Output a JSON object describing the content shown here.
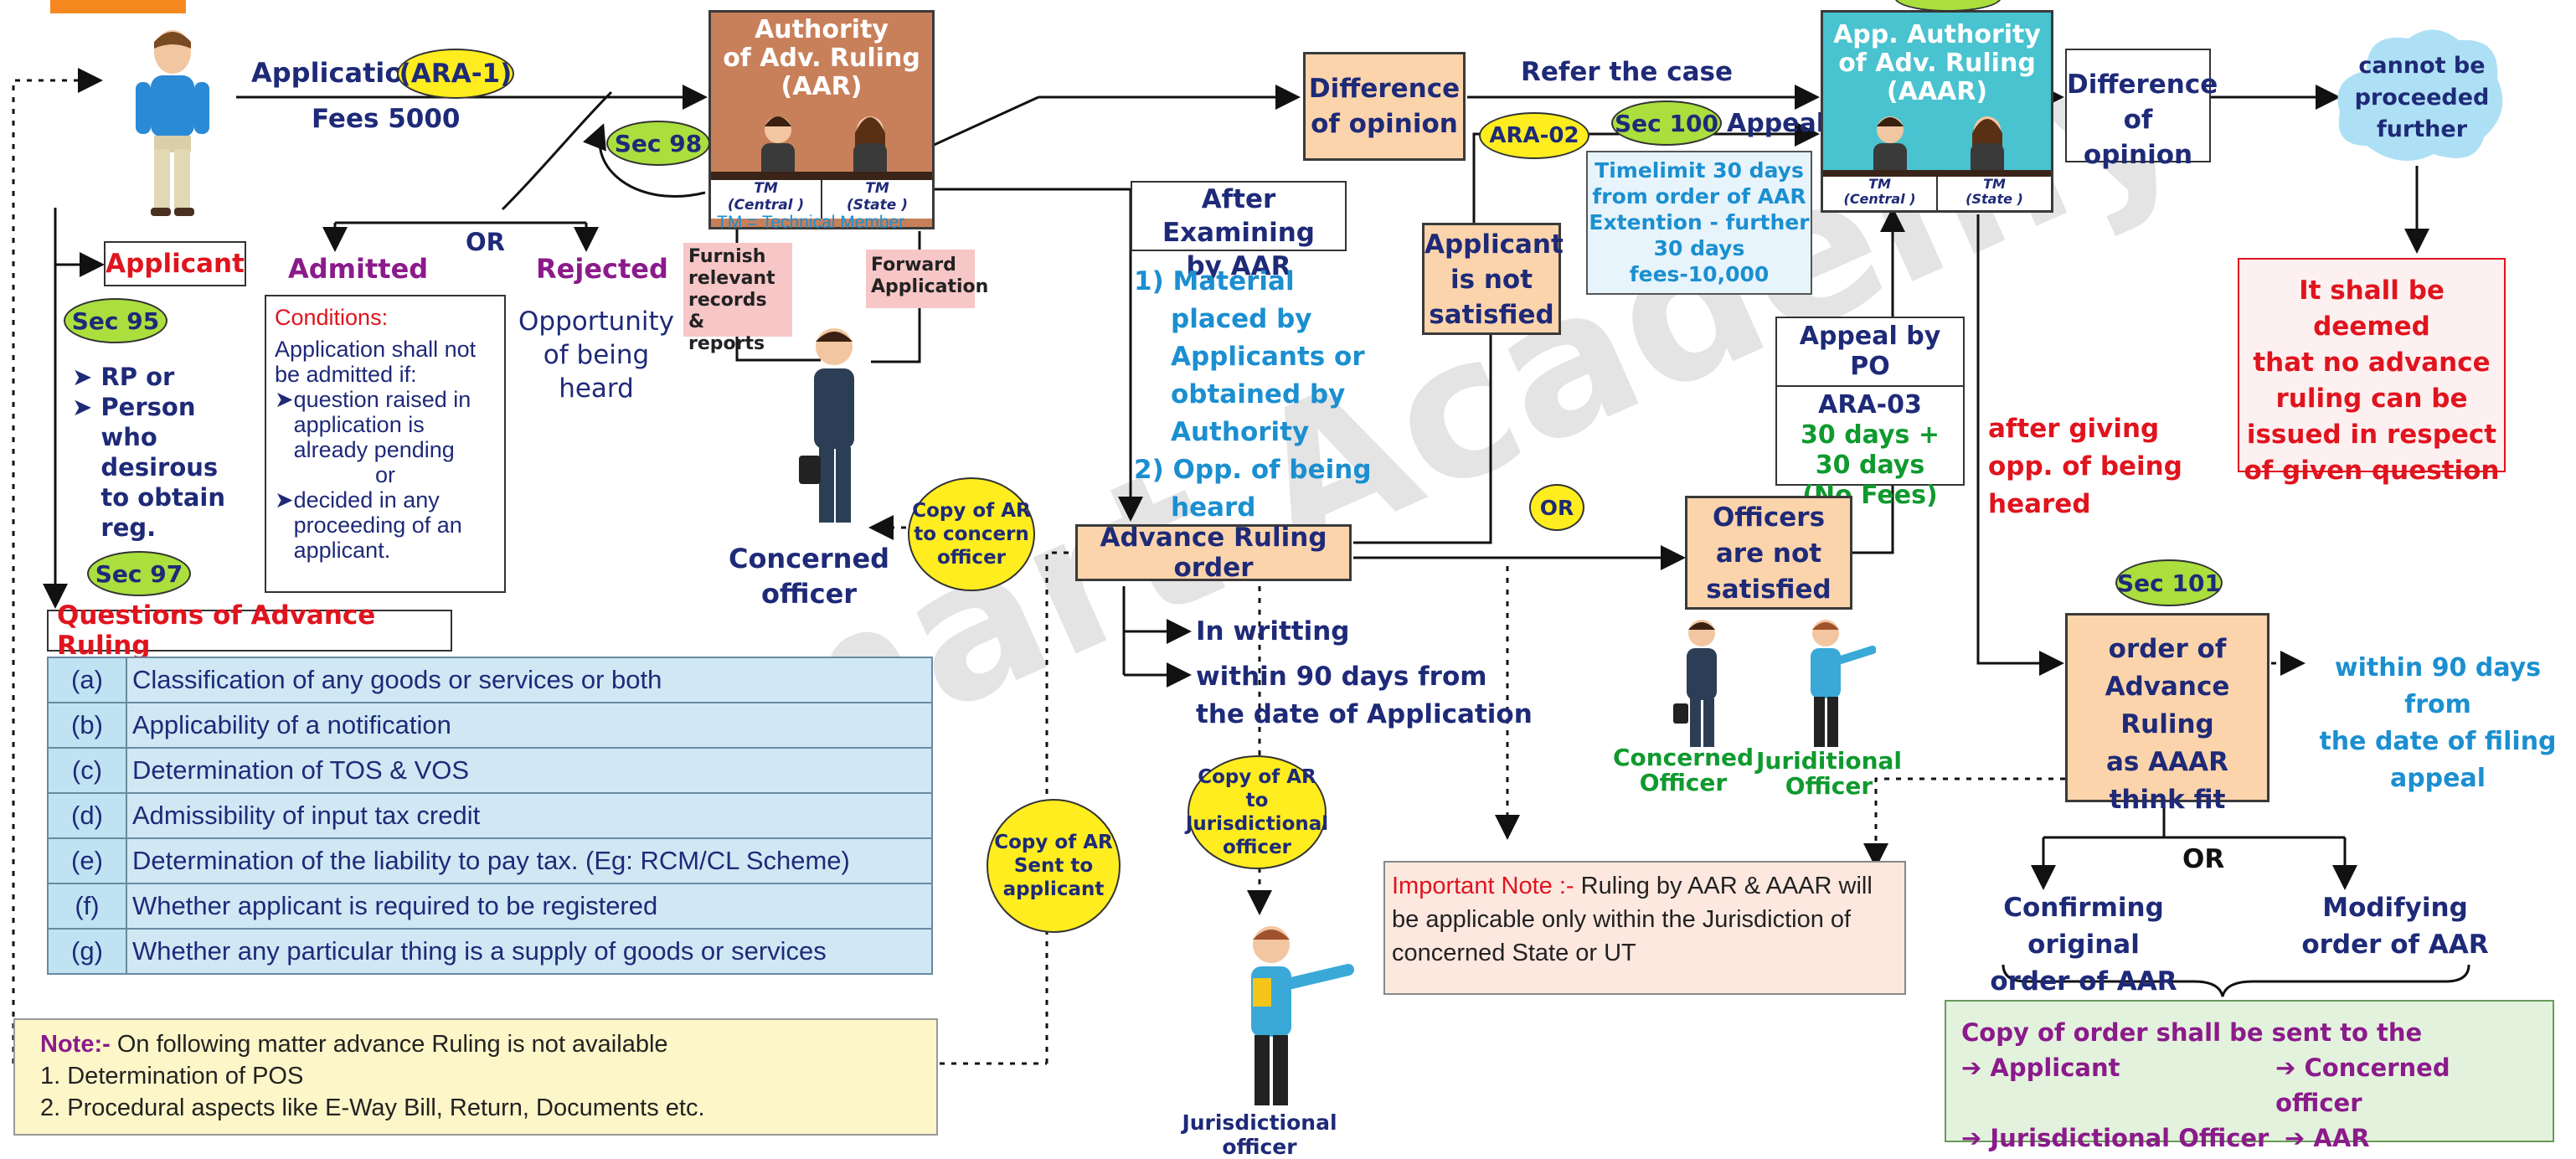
{
  "watermark": "\"Smart Academy",
  "top": {
    "application_label": "Application",
    "ara1": "(ARA-1)",
    "fees": "Fees 5000",
    "applicant_label": "Applicant"
  },
  "aar": {
    "title_l1": "Authority",
    "title_l2": "of Adv. Ruling",
    "title_l3": "(AAR)",
    "tm_central_1": "TM",
    "tm_central_2": "(Central )",
    "tm_state_1": "TM",
    "tm_state_2": "(State )",
    "tm_note": "TM = Technical Member"
  },
  "sec98": "Sec 98",
  "or_top": "OR",
  "admitted": "Admitted",
  "rejected": "Rejected",
  "opportunity": [
    "Opportunity",
    "of being",
    "heard"
  ],
  "furnish": [
    "Furnish",
    "relevant",
    "records &",
    "reports"
  ],
  "forward": [
    "Forward",
    "Application"
  ],
  "concerned_officer": [
    "Concerned",
    "officer"
  ],
  "sec95": "Sec 95",
  "eligibility": [
    "RP or",
    "Person who desirous to obtain reg."
  ],
  "sec97": "Sec 97",
  "conditions": {
    "title": "Conditions:",
    "intro": "Application shall not be admitted if:",
    "item1": "question raised in application is already pending",
    "or": "or",
    "item2": "decided in any proceeding of an applicant."
  },
  "questions": {
    "title": "Questions of Advance Ruling",
    "rows": [
      {
        "k": "(a)",
        "v": "Classification of any goods or services or both"
      },
      {
        "k": "(b)",
        "v": "Applicability of a notification"
      },
      {
        "k": "(c)",
        "v": "Determination of TOS & VOS"
      },
      {
        "k": "(d)",
        "v": "Admissibility of input tax credit"
      },
      {
        "k": "(e)",
        "v": "Determination of the liability to pay tax. (Eg: RCM/CL Scheme)"
      },
      {
        "k": "(f)",
        "v": "Whether applicant is required to be registered"
      },
      {
        "k": "(g)",
        "v": "Whether any particular thing is a supply of goods or services"
      }
    ]
  },
  "note": {
    "label": "Note:-",
    "text": "On following matter advance Ruling is not available",
    "item1": "1. Determination of POS",
    "item2": "2. Procedural aspects like E-Way Bill, Return, Documents etc."
  },
  "difference1": [
    "Difference",
    "of opinion"
  ],
  "refer_case": "Refer the case",
  "after_examining": [
    "After Examining",
    "by AAR"
  ],
  "material": [
    "1) Material",
    "placed by",
    "Applicants or",
    "obtained by",
    "Authority"
  ],
  "opp_heard": [
    "2) Opp. of being",
    "heard"
  ],
  "ara02": "ARA-02",
  "sec100": "Sec 100",
  "appeal": "Appeal",
  "applicant_not_sat": [
    "Applicant",
    "is not",
    "satisfied"
  ],
  "timelimit": [
    "Timelimit 30 days",
    "from order of AAR",
    "Extention - further",
    "30 days",
    "fees-10,000"
  ],
  "aaar": {
    "title_l1": "App. Authority",
    "title_l2": "of Adv. Ruling",
    "title_l3": "(AAAR)",
    "tm_central_1": "TM",
    "tm_central_2": "(Central )",
    "tm_state_1": "TM",
    "tm_state_2": "(State )"
  },
  "difference2": [
    "Difference",
    "of opinion"
  ],
  "cannot": [
    "cannot be",
    "proceeded",
    "further"
  ],
  "deemed": [
    "It shall be deemed",
    "that no advance",
    "ruling can be",
    "issued in respect",
    "of given question"
  ],
  "appeal_po": {
    "title": "Appeal by PO",
    "form": "ARA-03",
    "days1": "30 days +",
    "days2": "30 days",
    "nofees": "(No Fees)"
  },
  "after_giving": [
    "after giving",
    "opp. of being",
    "heared"
  ],
  "copy_concern": [
    "Copy of AR",
    "to concern",
    "officer"
  ],
  "ar_order": "Advance Ruling order",
  "or_mid": "OR",
  "officers_not_sat": [
    "Officers",
    "are not",
    "satisfied"
  ],
  "in_writing": "In writting",
  "within90": [
    "within 90 days from",
    "the date of Application"
  ],
  "copy_jur": [
    "Copy of AR",
    "to Jurisdictional",
    "officer"
  ],
  "copy_applicant": [
    "Copy of AR",
    "Sent to",
    "applicant"
  ],
  "jur_officer": [
    "Jurisdictional",
    "officer"
  ],
  "concerned_officer2": [
    "Concerned",
    "Officer"
  ],
  "juri_officer2": [
    "Juriditional",
    "Officer"
  ],
  "important": {
    "label": "Important Note :-",
    "text": "Ruling by AAR & AAAR will be applicable only within the Jurisdiction of concerned State or UT"
  },
  "sec101": "Sec 101",
  "order_aaar": [
    "order of",
    "Advance Ruling",
    "as AAAR",
    "think fit"
  ],
  "within90_appeal": [
    "within 90 days from",
    "the date of filing",
    "appeal"
  ],
  "or_right": "OR",
  "confirming": [
    "Confirming original",
    "order of AAR"
  ],
  "modifying": [
    "Modifying",
    "order of AAR"
  ],
  "copy_order": {
    "title": "Copy of order shall be sent to the",
    "i1": "➔ Applicant",
    "i2": "➔ Concerned officer",
    "i3": "➔ Jurisdictional Officer",
    "i4": "➔ AAR"
  },
  "colors": {
    "peach": "#fbd4ac",
    "aar_brown": "#c8805a",
    "aaar_teal": "#48c3cf",
    "navy": "#1e2a78",
    "red": "#e0141e",
    "sky": "#1b8fd0",
    "green": "#0f9a2e",
    "yellow": "#ffed1f",
    "sec_green": "#aadf3e"
  }
}
